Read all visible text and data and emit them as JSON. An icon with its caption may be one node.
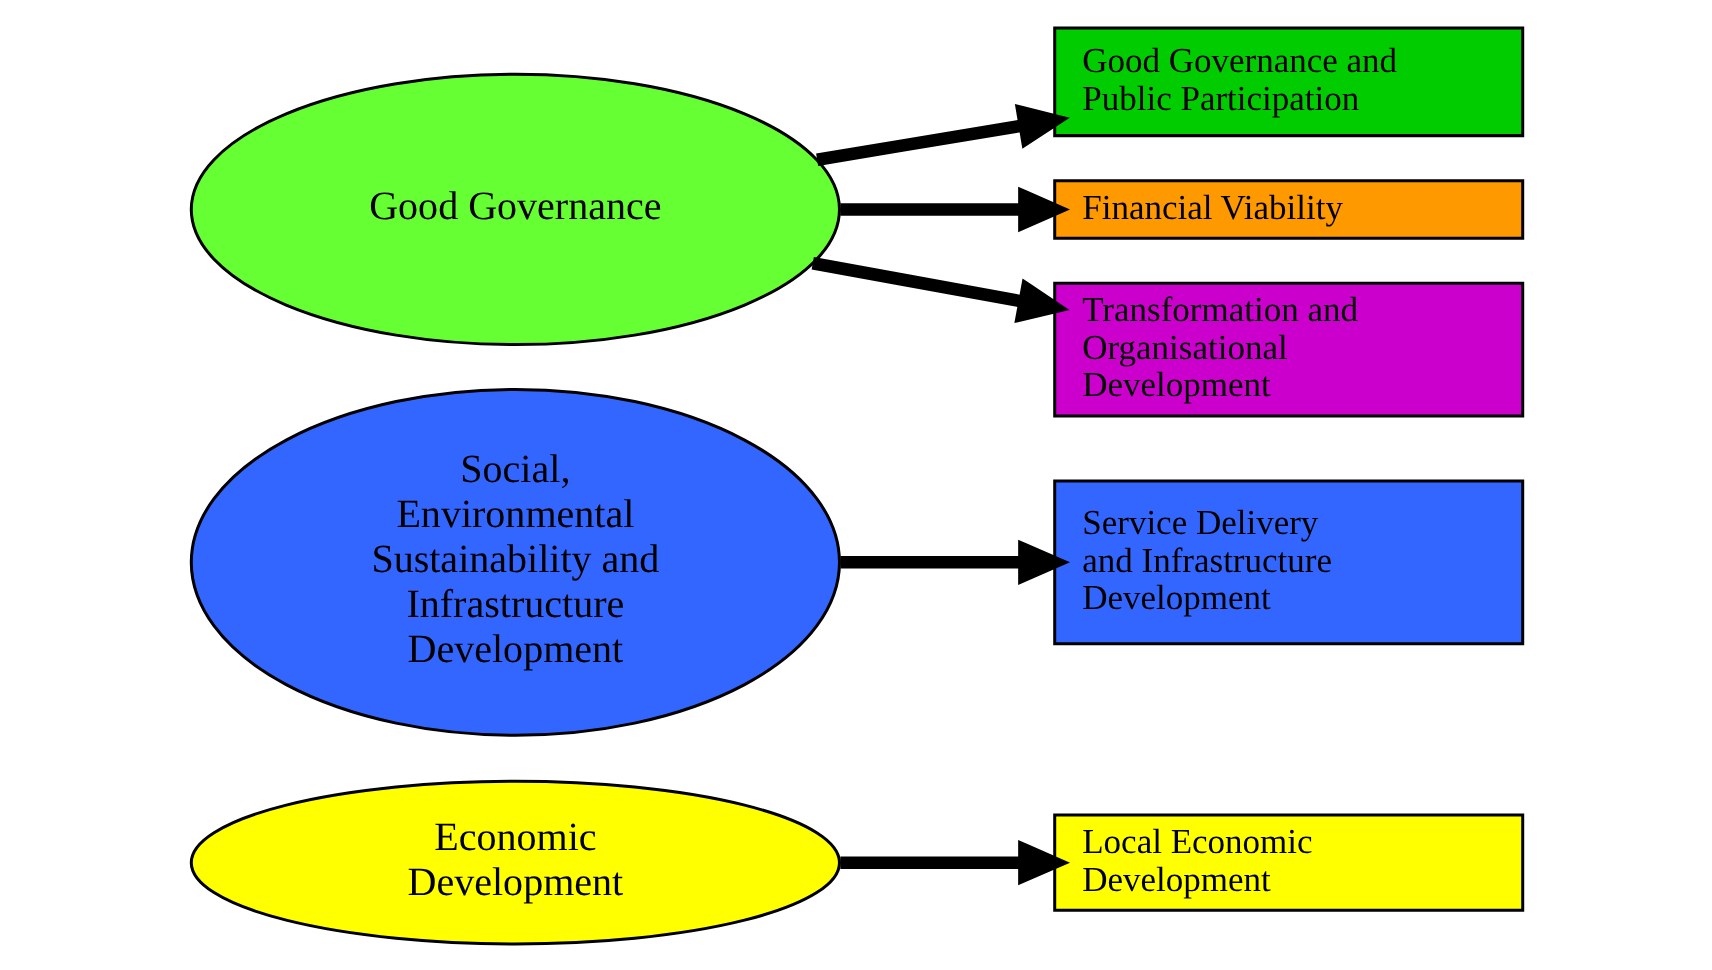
{
  "diagram": {
    "nodes": [
      {
        "text": [
          "Economic Development"
        ]
      },
      {
        "text": [
          "Local Economic Development"
        ]
      },
      {
        "text": [
          "Social, Environmental Sustainability and Infrastructure Development"
        ]
      },
      {
        "text": [
          "Service Delivery and Infrastructure Development"
        ]
      },
      {
        "text": [
          "Good Governance"
        ]
      },
      {
        "text": [
          "Good Governance and Public Participation"
        ]
      },
      {
        "text": [
          "Financial Viability"
        ]
      },
      {
        "text": [
          "Transformation and Organisational Development"
        ]
      }
    ],
    "edges": [
      {
        "from": 0,
        "to": 1,
        "arrow": "to"
      },
      {
        "from": 2,
        "to": 3,
        "arrow": "to"
      },
      {
        "from": 4,
        "to": 5,
        "arrow": "to"
      },
      {
        "from": 4,
        "to": 6,
        "arrow": "to"
      },
      {
        "from": 4,
        "to": 7,
        "arrow": "to"
      }
    ]
  }
}
